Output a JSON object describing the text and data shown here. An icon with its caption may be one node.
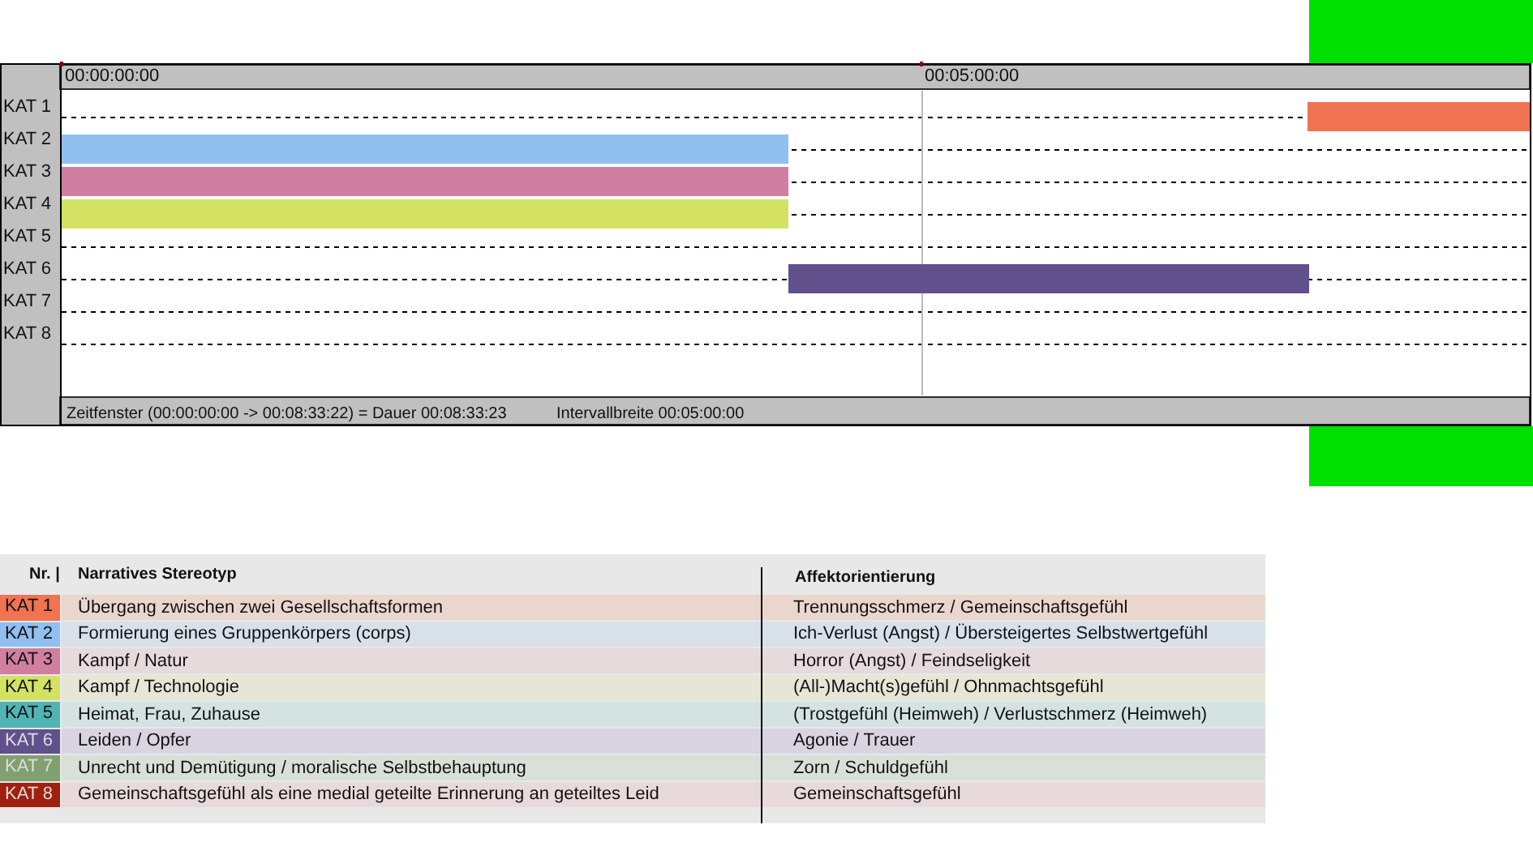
{
  "diagram": {
    "labels": [
      "00:00:00:00",
      "00:05:00:00",
      "KAT 1",
      "KAT 2",
      "KAT 3",
      "KAT 4",
      "KAT 5",
      "KAT 6",
      "KAT 7",
      "KAT 8",
      "Zeitfenster (00:00:00:00 -> 00:08:33:22) = Dauer 00:08:33:23",
      "Intervallbreite 00:05:00:00",
      "Nr. |",
      "Narratives Stereotyp",
      "Affektorientierung",
      "Übergang zwischen zwei Gesellschaftsformen",
      "Trennungsschmerz / Gemeinschaftsgefühl",
      "Formierung eines Gruppenkörpers (corps)",
      "Ich-Verlust (Angst) / Übersteigertes Selbstwertgefühl",
      "Kampf / Natur",
      "Horror (Angst) / Feindseligkeit",
      "Kampf / Technologie",
      "(All-)Macht(s)gefühl / Ohnmachtsgefühl",
      "Heimat, Frau, Zuhause",
      "(Trostgefühl (Heimweh) / Verlustschmerz (Heimweh)",
      "Leiden / Opfer",
      "Agonie / Trauer",
      "Unrecht und Demütigung / moralische Selbstbehauptung",
      "Zorn / Schuldgefühl",
      "Gemeinschaftsgefühl als eine medial geteilte Erinnerung an geteiltes Leid",
      "Gemeinschaftsgefühl"
    ],
    "legend": [
      {
        "text": "KAT 1",
        "color": "#f07352"
      },
      {
        "text": "KAT 2",
        "color": "#90bff0"
      },
      {
        "text": "KAT 3",
        "color": "#d07fa0"
      },
      {
        "text": "KAT 4",
        "color": "#d4e264"
      },
      {
        "text": "KAT 5",
        "color": "#50b4b4"
      },
      {
        "text": "KAT 6",
        "color": "#60508c"
      },
      {
        "text": "KAT 7",
        "color": "#80a070"
      },
      {
        "text": "KAT 8",
        "color": "#a02010"
      }
    ]
  }
}
